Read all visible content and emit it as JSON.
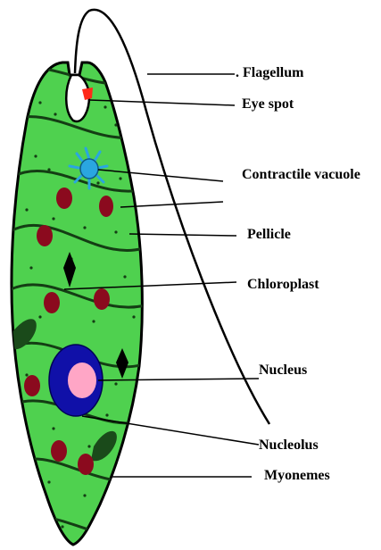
{
  "labels": {
    "flagellum": ". Flagellum",
    "eye_spot": "Eye spot",
    "contractile_vacuole": "Contractile vacuole",
    "pellicle": "Pellicle",
    "chloroplast": "Chloroplast",
    "nucleus": "Nucleus",
    "nucleolus": "Nucleolus",
    "myonemes": "Myonemes"
  },
  "colors": {
    "body": "#4fd14f",
    "outline": "#000000",
    "myoneme": "#143d14",
    "vacuole": "#2aa6e0",
    "eye_spot": "#ff2a1a",
    "nucleus": "#1010a8",
    "nucleolus": "#ffa6c6",
    "paramylon": "#8b0a1e",
    "chloroplast_dark": "#1a4a1a",
    "diamond": "#000000"
  }
}
